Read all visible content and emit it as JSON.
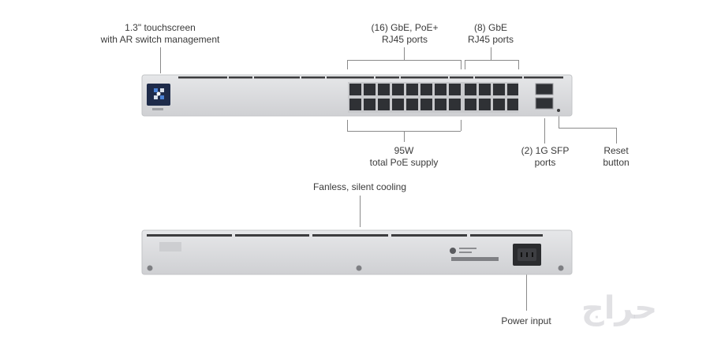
{
  "labels": {
    "touchscreen": "1.3\" touchscreen\nwith AR switch management",
    "poe_ports": "(16) GbE, PoE+\nRJ45 ports",
    "gbe_ports": "(8) GbE\nRJ45 ports",
    "poe_supply": "95W\ntotal PoE supply",
    "sfp_ports": "(2) 1G SFP\nports",
    "reset": "Reset\nbutton",
    "cooling": "Fanless, silent cooling",
    "power": "Power input"
  },
  "watermark": "حراج",
  "colors": {
    "chassis": "#dadbdd",
    "chassis_edge": "#c3c4c7",
    "vent": "#3c3c3e",
    "port": "#2f3135",
    "screen": "#1e2b4a",
    "leader": "#8a8a8a"
  }
}
